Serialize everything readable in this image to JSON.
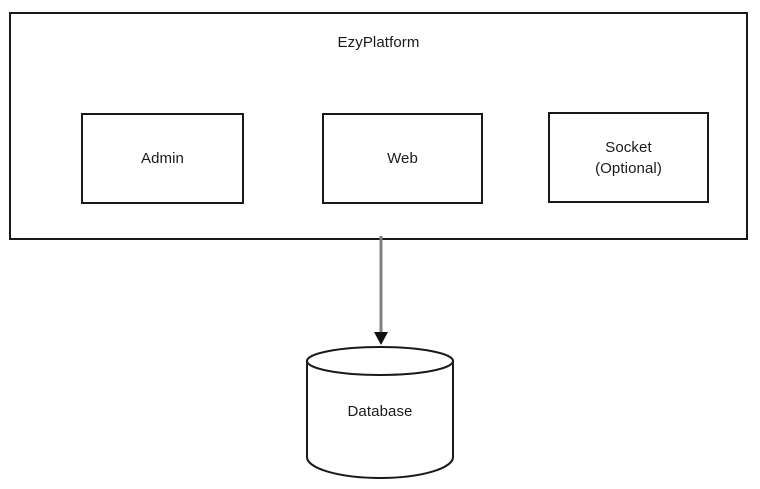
{
  "diagram": {
    "title": "EzyPlatform",
    "background_color": "#ffffff",
    "stroke_color": "#191919",
    "connector_color": "#808080",
    "text_color": "#1a1a1a",
    "platform": {
      "label": "EzyPlatform",
      "components": [
        {
          "id": "admin",
          "label": "Admin"
        },
        {
          "id": "web",
          "label": "Web"
        },
        {
          "id": "socket",
          "label": "Socket\n(Optional)"
        }
      ]
    },
    "datastore": {
      "label": "Database",
      "shape": "cylinder"
    },
    "connector": {
      "from": "EzyPlatform",
      "to": "Database",
      "direction": "down",
      "arrowhead": "filled-triangle"
    }
  }
}
